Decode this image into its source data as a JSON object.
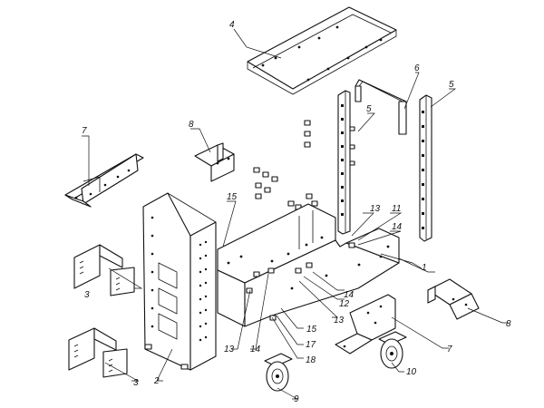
{
  "callouts": {
    "c1": "1",
    "c2": "2",
    "c3a": "3",
    "c3b": "3",
    "c4": "4",
    "c5a": "5",
    "c5b": "5",
    "c6": "6",
    "c7a": "7",
    "c7b": "7",
    "c8a": "8",
    "c8b": "8",
    "c9": "9",
    "c10": "10",
    "c11": "11",
    "c12": "12",
    "c13a": "13",
    "c13b": "13",
    "c13c": "13",
    "c14a": "14",
    "c14b": "14",
    "c14c": "14",
    "c15a": "15",
    "c15b": "15",
    "c17": "17",
    "c18": "18"
  }
}
